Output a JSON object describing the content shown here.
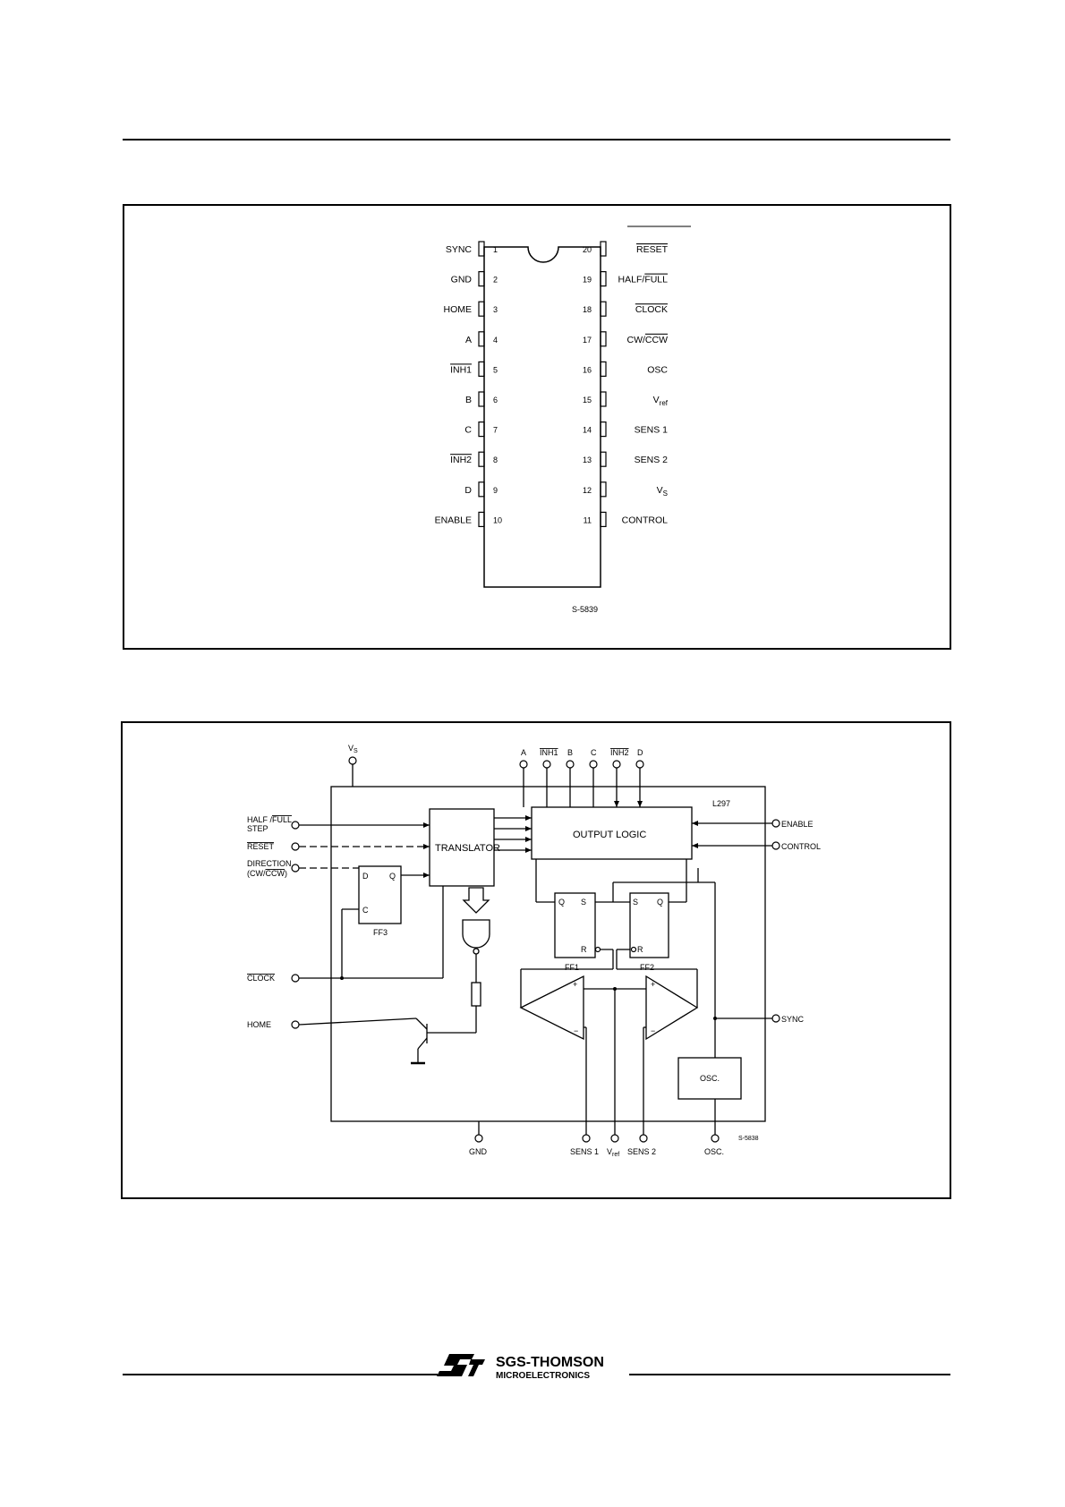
{
  "pinout": {
    "ref_code": "S-5839",
    "left_pins": [
      {
        "num": "1",
        "name": "SYNC",
        "overbar": false,
        "sub": ""
      },
      {
        "num": "2",
        "name": "GND",
        "overbar": false,
        "sub": ""
      },
      {
        "num": "3",
        "name": "HOME",
        "overbar": false,
        "sub": ""
      },
      {
        "num": "4",
        "name": "A",
        "overbar": false,
        "sub": ""
      },
      {
        "num": "5",
        "name": "INH1",
        "overbar": true,
        "sub": ""
      },
      {
        "num": "6",
        "name": "B",
        "overbar": false,
        "sub": ""
      },
      {
        "num": "7",
        "name": "C",
        "overbar": false,
        "sub": ""
      },
      {
        "num": "8",
        "name": "INH2",
        "overbar": true,
        "sub": ""
      },
      {
        "num": "9",
        "name": "D",
        "overbar": false,
        "sub": ""
      },
      {
        "num": "10",
        "name": "ENABLE",
        "overbar": false,
        "sub": ""
      }
    ],
    "right_pins": [
      {
        "num": "20",
        "name": "RESET",
        "overbar": true,
        "sub": ""
      },
      {
        "num": "19",
        "name": "HALF/",
        "overbar": false,
        "sub": "",
        "tail": "FULL",
        "tail_overbar": true
      },
      {
        "num": "18",
        "name": "CLOCK",
        "overbar": true,
        "sub": ""
      },
      {
        "num": "17",
        "name": "CW/",
        "overbar": false,
        "sub": "",
        "tail": "CCW",
        "tail_overbar": true
      },
      {
        "num": "16",
        "name": "OSC",
        "overbar": false,
        "sub": ""
      },
      {
        "num": "15",
        "name": "V",
        "overbar": false,
        "sub": "ref"
      },
      {
        "num": "14",
        "name": "SENS 1",
        "overbar": false,
        "sub": ""
      },
      {
        "num": "13",
        "name": "SENS 2",
        "overbar": false,
        "sub": ""
      },
      {
        "num": "12",
        "name": "V",
        "overbar": false,
        "sub": "S"
      },
      {
        "num": "11",
        "name": "CONTROL",
        "overbar": false,
        "sub": ""
      }
    ]
  },
  "block_diagram": {
    "chip_label": "L297",
    "ref_code": "S-5838",
    "translator": "TRANSLATOR",
    "output_logic": "OUTPUT LOGIC",
    "osc_block": "OSC.",
    "ff1": "FF1",
    "ff2": "FF2",
    "ff3": "FF3",
    "ff_letters": {
      "d": "D",
      "q": "Q",
      "c": "C",
      "s": "S",
      "r": "R"
    },
    "top_pins": {
      "vs": "V",
      "vs_sub": "S",
      "a": "A",
      "inh1": "INH1",
      "b": "B",
      "c": "C",
      "inh2": "INH2",
      "d": "D"
    },
    "left_pins": {
      "half_full_1": "HALF /",
      "half_full_1_tail": "FULL",
      "half_full_2": "STEP",
      "reset": "RESET",
      "direction_1": "DIRECTION",
      "direction_2": "(CW/",
      "direction_2_tail": "CCW",
      "direction_2_end": ")",
      "clock": "CLOCK",
      "home": "HOME"
    },
    "right_pins": {
      "enable": "ENABLE",
      "control": "CONTROL",
      "sync": "SYNC"
    },
    "bottom_pins": {
      "gnd": "GND",
      "sens1": "SENS 1",
      "vref": "V",
      "vref_sub": "ref",
      "sens2": "SENS 2",
      "osc": "OSC."
    }
  },
  "footer": {
    "brand_line1": "SGS-THOMSON",
    "brand_line2": "MICROELECTRONICS"
  }
}
